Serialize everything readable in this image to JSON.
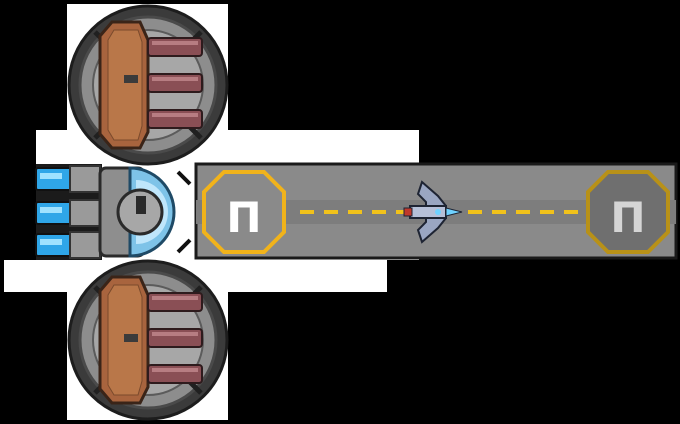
{
  "scene": {
    "type": "top-down spaceship module layout",
    "hangar": {
      "pad_left_glyph": "Π",
      "pad_right_glyph": "Π",
      "centerline_color": "#f1c21b",
      "pad_border_color": "#f1b31b"
    },
    "turrets": [
      {
        "id": "upper",
        "barrels": 3
      },
      {
        "id": "lower",
        "barrels": 3
      }
    ],
    "engines": {
      "count": 3,
      "glow_color": "#2fa6e8"
    },
    "reactor": {
      "shield_color": "#7ec3e8"
    },
    "ship": {
      "cockpit_color": "#6fd2ff",
      "hull_color": "#9aa6c2"
    }
  }
}
